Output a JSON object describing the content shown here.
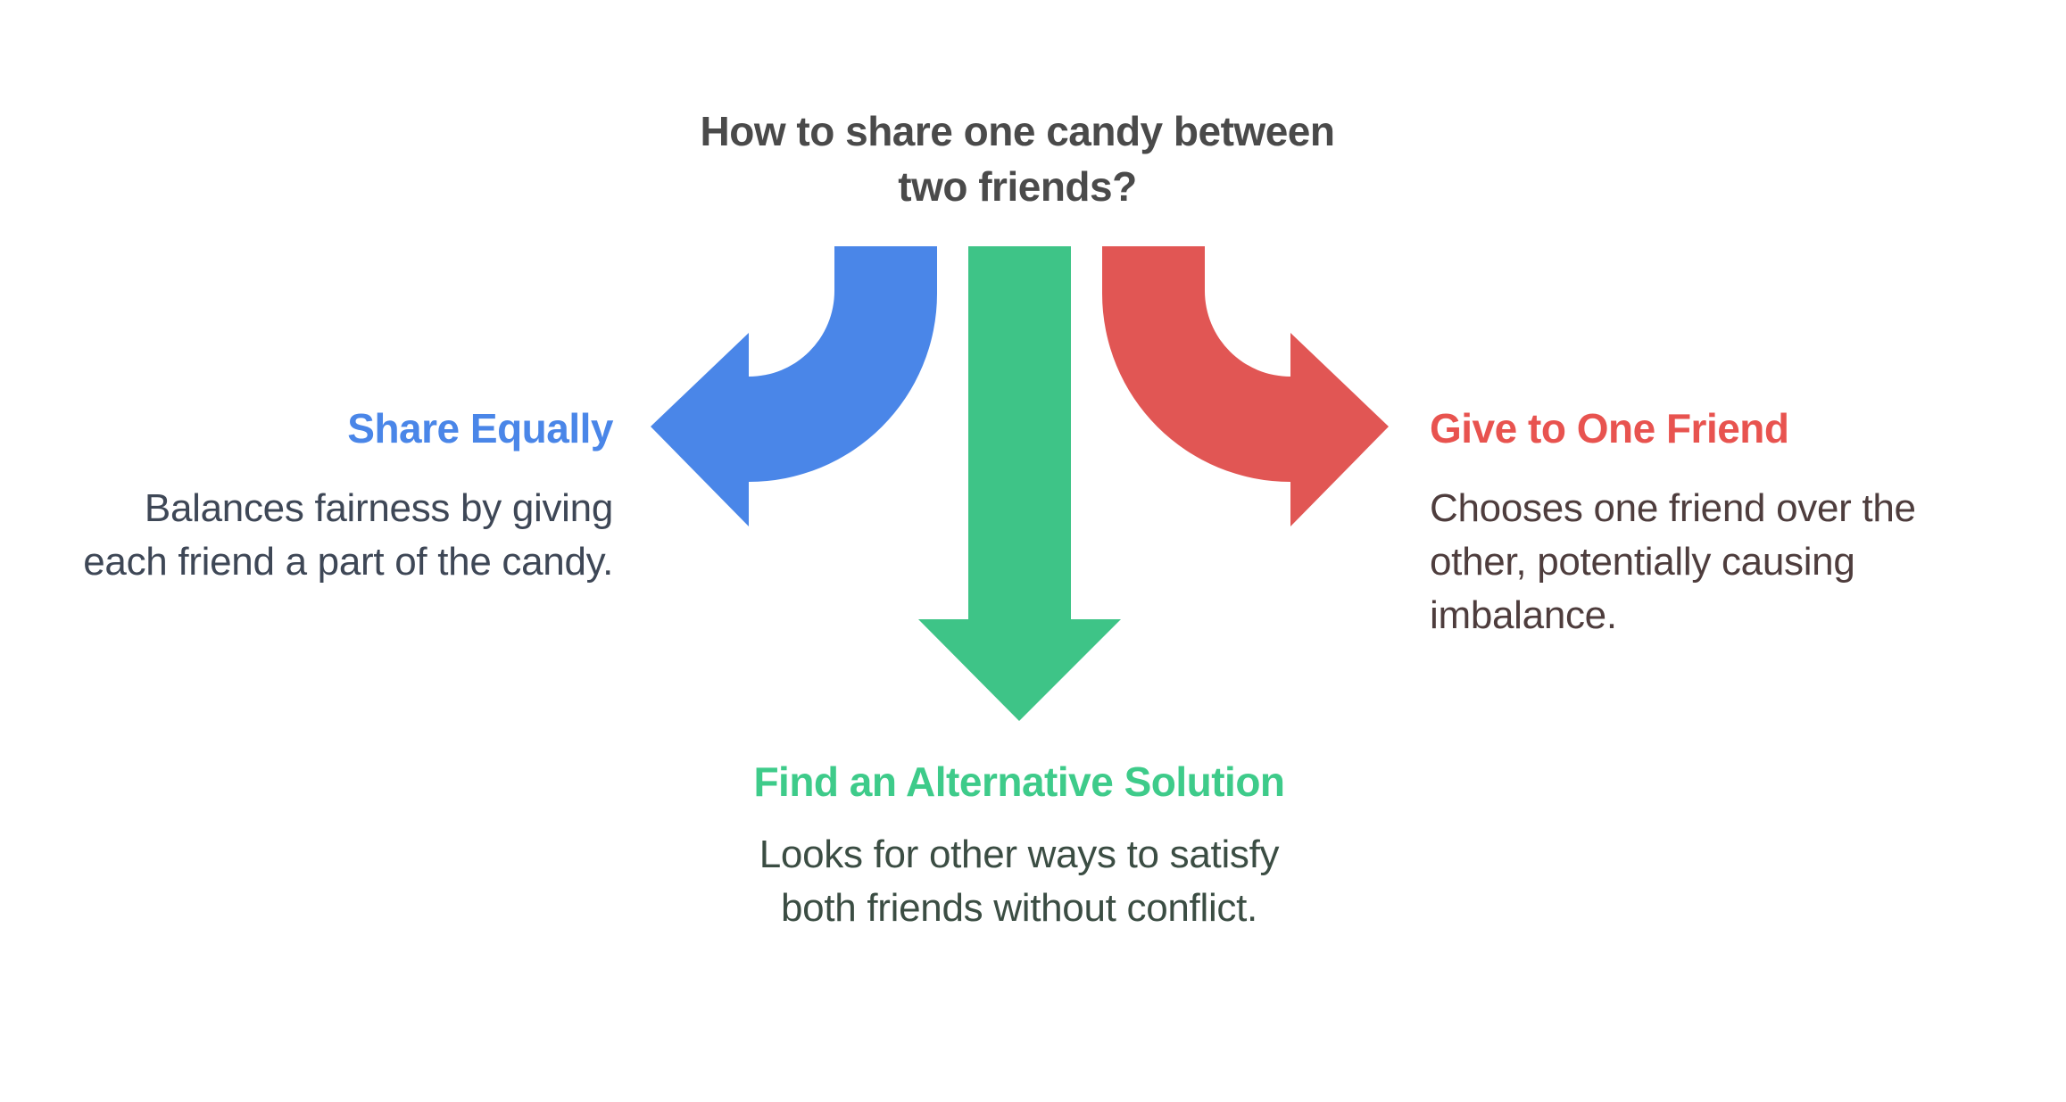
{
  "background_color": "#ffffff",
  "title": {
    "text": "How to share one candy between two friends?",
    "line1": "How to share one candy between",
    "line2": "two friends?",
    "color": "#4a4a4a"
  },
  "branches": [
    {
      "id": "share-equally",
      "direction": "left",
      "arrow_color": "#4a86e8",
      "heading": "Share Equally",
      "heading_color": "#4a86e8",
      "description": "Balances fairness by giving each friend a part of the candy.",
      "description_color": "#3e4756"
    },
    {
      "id": "find-alternative-solution",
      "direction": "down",
      "arrow_color": "#3ec487",
      "heading": "Find an Alternative Solution",
      "heading_color": "#3ecb8a",
      "description": "Looks for other ways to satisfy both friends without conflict.",
      "description_color": "#3b4d43"
    },
    {
      "id": "give-to-one-friend",
      "direction": "right",
      "arrow_color": "#e15654",
      "heading": "Give to One Friend",
      "heading_color": "#e8534f",
      "description": "Chooses one friend over the other, potentially causing imbalance.",
      "description_color": "#4e3d3d"
    }
  ]
}
